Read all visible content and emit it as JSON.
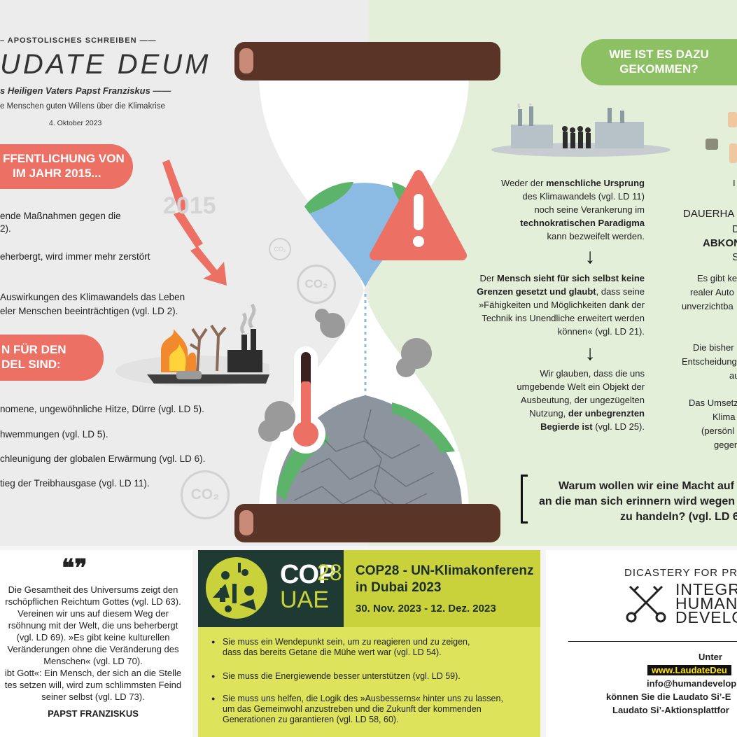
{
  "header": {
    "kicker": "– APOSTOLISCHES SCHREIBEN ——",
    "title": "UDATE DEUM",
    "subtitle": "s Heiligen Vaters Papst Franziskus ——",
    "audience": "e Menschen guten Willens über die Klimakrise",
    "date": "4. Oktober 2023"
  },
  "left": {
    "pill1": [
      "FFENTLICHUNG VON",
      "IM JAHR 2015..."
    ],
    "year_label": "2015",
    "items1": [
      "ende Maßnahmen gegen die",
      "2).",
      "eherbergt, wird immer mehr zerstört",
      "Auswirkungen des Klimawandels das Leben",
      "eler Menschen beeinträchtigen (vgl. LD 2)."
    ],
    "pill2": [
      "N FÜR DEN",
      "DEL SIND:"
    ],
    "items2": [
      "nomene, ungewöhnliche Hitze, Dürre (vgl. LD 5).",
      "hwemmungen (vgl. LD 5).",
      "chleunigung der globalen Erwärmung (vgl. LD 6).",
      "tieg der Treibhausgase (vgl. LD 11)."
    ],
    "co2": "CO₂"
  },
  "right": {
    "pill": [
      "WIE IST ES DAZU",
      "GEKOMMEN?"
    ],
    "block1": [
      "Weder der <b>menschliche Ursprung</b>",
      "des Klimawandels (vgl. LD 11)",
      "noch seine Verankerung im",
      "<b>technokratischen Paradigma</b>",
      "kann bezweifelt werden."
    ],
    "block2": [
      "Der <b>Mensch sieht für sich selbst keine</b>",
      "<b>Grenzen gesetzt und glaubt</b>, dass seine",
      "»Fähigkeiten und Möglichkeiten dank der",
      "Technik ins Unendliche erweitert werden",
      "können« (vgl. LD 21)."
    ],
    "block3": [
      "Wir glauben, dass die uns",
      "umgebende Welt ein Objekt der",
      "Ausbeutung, der ungezügelten",
      "Nutzung, <b>der unbegrenzten</b>",
      "<b>Begierde ist</b> (vgl. LD 25)."
    ],
    "side": [
      "I",
      "DAUERHA",
      "D",
      "ABKON",
      "S",
      "Es gibt ke",
      "realer Auto",
      "unverzichtba",
      "Die bisher",
      "Entscheidung",
      "au",
      "Das Umsetz",
      "Klima",
      "(persönl",
      "gegen"
    ],
    "question": [
      "Warum wollen wir eine Macht auf",
      "an die man sich erinnern wird wegen",
      "zu handeln? (vgl. LD 6"
    ]
  },
  "quote": {
    "mark": "❝❞",
    "lines": [
      "Die Gesamtheit des Universums zeigt den",
      "rschöpflichen Reichtum Gottes (vgl. LD 63).",
      "Vereinen wir uns auf diesem Weg der",
      "rsöhnung mit der Welt, die uns beherbergt",
      "(vgl. LD 69). »Es gibt keine kulturellen",
      "Veränderungen ohne die Veränderung des",
      "Menschen« (vgl. LD 70).",
      "ibt Gott«: Ein Mensch, der sich an die Stelle",
      "tes setzen will, wird zum schlimmsten Feind",
      "seiner selbst (vgl. LD 73)."
    ],
    "author": "PAPST FRANZISKUS"
  },
  "cop": {
    "logo_cop": "COP",
    "logo_num": "28",
    "logo_uae": "UAE",
    "title": [
      "COP28 - UN-Klimakonferenz",
      "in Dubai 2023"
    ],
    "date": "30. Nov. 2023 - 12. Dez. 2023",
    "bullets": [
      [
        "Sie muss ein Wendepunkt sein, um zu reagieren und zu zeigen,",
        "dass das bereits Getane die Mühe wert war (vgl. LD 54)."
      ],
      [
        "Sie muss die Energiewende besser unterstützen (vgl. LD 59)."
      ],
      [
        "Sie muss uns helfen, die Logik des »Ausbesserns« hinter uns zu lassen,",
        "um das Gemeinwohl anzustreben und die Zukunft der kommenden",
        "Generationen zu garantieren (vgl. LD 58, 60)."
      ]
    ]
  },
  "dicastery": {
    "line1": "DICASTERY FOR PR",
    "line2": "INTEGR",
    "line3": "HUMAN",
    "line4": "DEVELO",
    "contact_head": "Unter",
    "url": "www.LaudateDeu",
    "email": "info@humandevelop",
    "line_a": "können Sie die Laudato Si’-E",
    "line_b": "Laudato Si’-Aktionsplattfor"
  },
  "colors": {
    "red": "#ec7064",
    "green": "#8cc063",
    "cop_yellow": "#dde35a",
    "cop_dark": "#1e3a32",
    "hourglass_wood": "#5a3426"
  }
}
